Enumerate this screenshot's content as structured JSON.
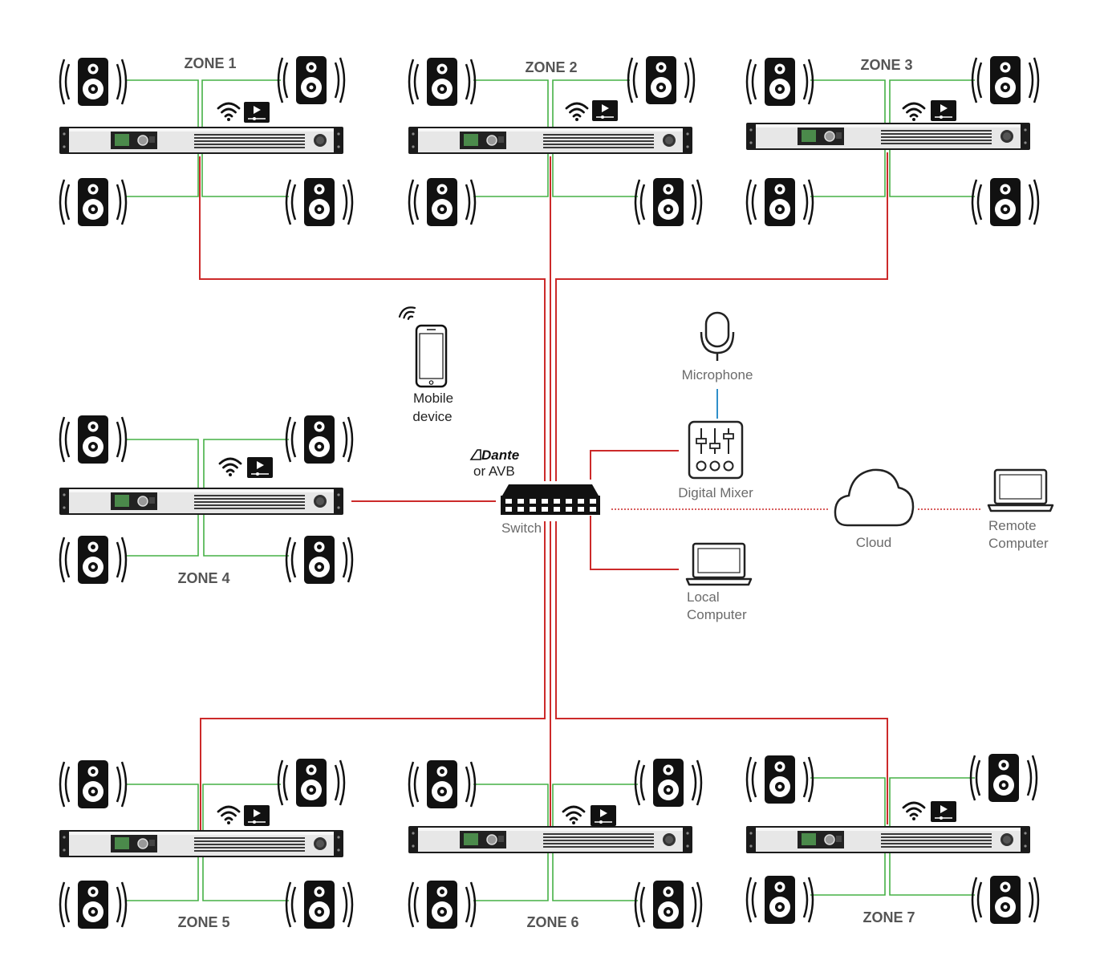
{
  "zones": [
    {
      "id": "zone1",
      "label": "ZONE 1"
    },
    {
      "id": "zone2",
      "label": "ZONE 2"
    },
    {
      "id": "zone3",
      "label": "ZONE 3"
    },
    {
      "id": "zone4",
      "label": "ZONE 4"
    },
    {
      "id": "zone5",
      "label": "ZONE 5"
    },
    {
      "id": "zone6",
      "label": "ZONE 6"
    },
    {
      "id": "zone7",
      "label": "ZONE 7"
    }
  ],
  "devices": {
    "mobile_line1": "Mobile",
    "mobile_line2": "device",
    "dante_brand": "Dante",
    "dante_or": "or AVB",
    "switch": "Switch",
    "microphone": "Microphone",
    "mixer": "Digital Mixer",
    "cloud": "Cloud",
    "remote_line1": "Remote",
    "remote_line2": "Computer",
    "local_line1": "Local",
    "local_line2": "Computer"
  },
  "colors": {
    "network": "#cc2a2a",
    "speaker_wire": "#45b045",
    "mic_wire": "#2f8fc9",
    "dotted_link": "#cc2a2a"
  },
  "icons": [
    "speaker-icon",
    "wifi-icon",
    "play-icon",
    "amplifier-icon",
    "phone-icon",
    "switch-icon",
    "microphone-icon",
    "mixer-icon",
    "cloud-icon",
    "laptop-icon"
  ]
}
